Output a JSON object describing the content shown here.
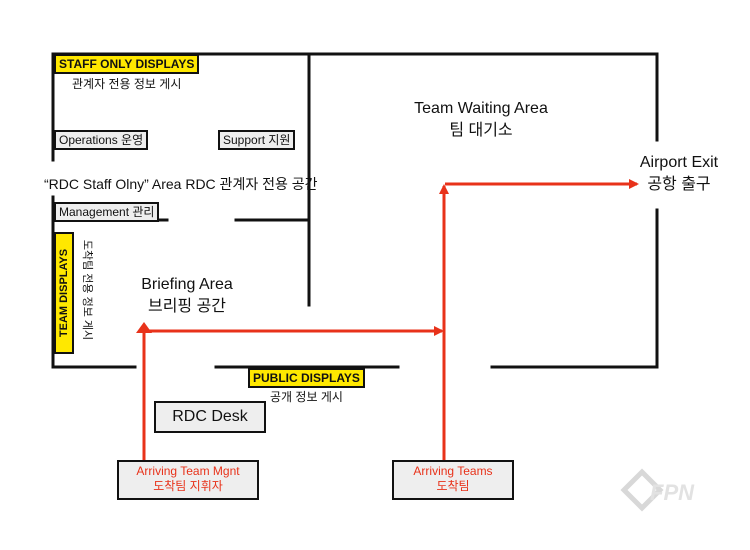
{
  "labels": {
    "staff_only_displays": "STAFF ONLY DISPLAYS",
    "staff_only_sub": "관계자 전용 정보 게시",
    "operations": "Operations 운영",
    "support": "Support 지원",
    "rdc_area": "“RDC Staff Olny” Area RDC 관계자 전용 공간",
    "management": "Management 관리",
    "team_displays": "TEAM DISPLAYS",
    "team_displays_sub": "도착팀 전용 정보 게시",
    "briefing_en": "Briefing Area",
    "briefing_ko": "브리핑 공간",
    "team_waiting_en": "Team Waiting Area",
    "team_waiting_ko": "팀 대기소",
    "airport_exit_en": "Airport Exit",
    "airport_exit_ko": "공항 출구",
    "public_displays": "PUBLIC DISPLAYS",
    "public_sub": "공개 정보 게시",
    "rdc_desk": "RDC Desk",
    "arriving_mgnt_en": "Arriving Team Mgnt",
    "arriving_mgnt_ko": "도착팀 지휘자",
    "arriving_teams_en": "Arriving Teams",
    "arriving_teams_ko": "도착팀",
    "watermark": "FPN"
  },
  "colors": {
    "wall": "#111111",
    "route": "#e8321a",
    "display_fill": "#ffe800",
    "box_fill": "#eeeeee"
  }
}
